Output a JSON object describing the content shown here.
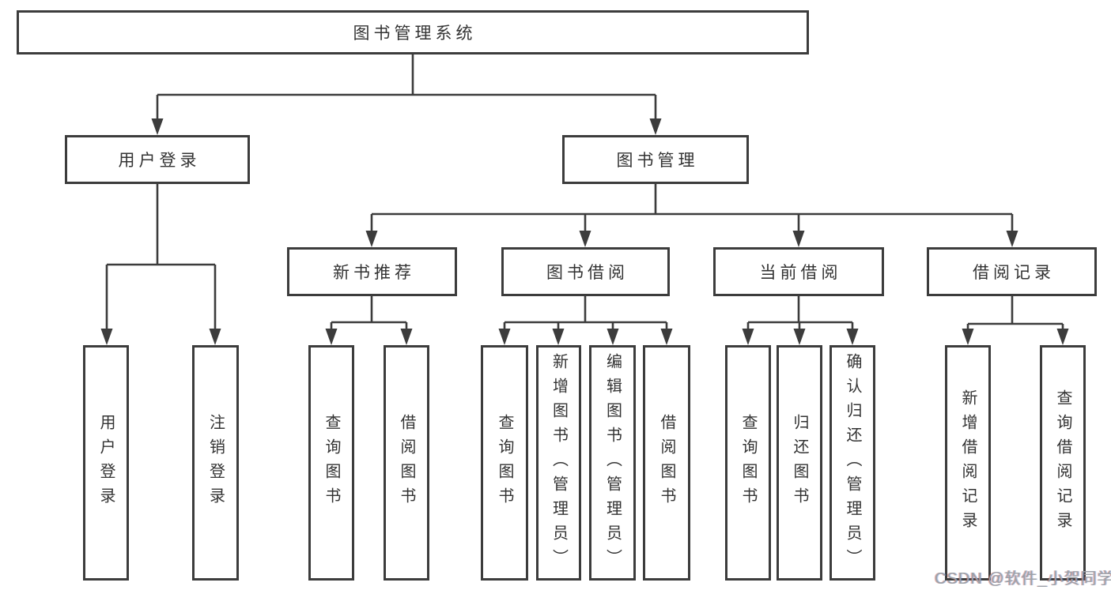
{
  "diagram": {
    "title": "图书管理系统",
    "root": "图书管理系统",
    "level1": [
      "用户登录",
      "图书管理"
    ],
    "level2": [
      "新书推荐",
      "图书借阅",
      "当前借阅",
      "借阅记录"
    ],
    "leaves": [
      "用户登录",
      "注销登录",
      "查询图书",
      "借阅图书",
      "查询图书",
      "新增图书（管理员）",
      "编辑图书（管理员）",
      "借阅图书",
      "查询图书",
      "归还图书",
      "确认归还（管理员）",
      "新增借阅记录",
      "查询借阅记录"
    ]
  },
  "colors": {
    "line": "#3c3c3c",
    "text": "#333333",
    "background": "#ffffff",
    "watermark": "#9ba1a8"
  },
  "watermark": "CSDN @软件_小贺同学"
}
